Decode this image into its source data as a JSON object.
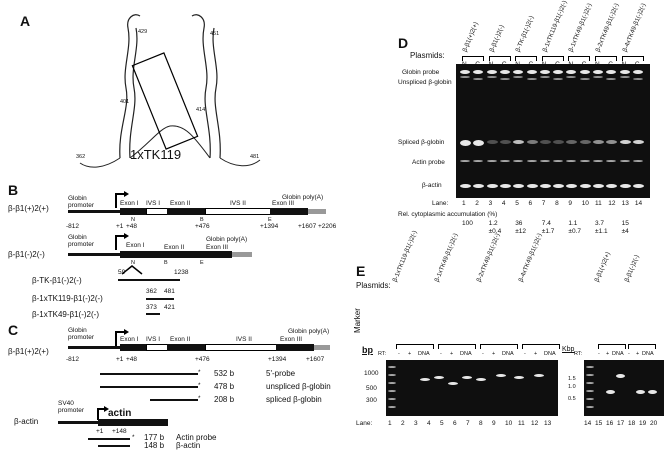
{
  "panels": {
    "A": "A",
    "B": "B",
    "C": "C",
    "D": "D",
    "E": "E"
  },
  "panel_a": {
    "construct_label": "1xTK119",
    "structure_numbers": [
      "362",
      "481",
      "429",
      "451",
      "401",
      "414"
    ]
  },
  "panel_b": {
    "construct1_label": "β-β1(+)2(+)",
    "construct2_label": "β-β1(-)2(-)",
    "globin_promoter": "Globin promoter",
    "exon1": "Exon I",
    "ivs1": "IVS I",
    "exon2": "Exon II",
    "ivs2": "IVS II",
    "exon3": "Exon III",
    "globin_polya": "Globin poly(A)",
    "coords1": [
      "-812",
      "+1",
      "+48",
      "+476",
      "+1394",
      "+1607",
      "+2206"
    ],
    "site_letters": [
      "N",
      "B",
      "E"
    ],
    "subs": [
      {
        "label": "β-TK-β1(-)2(-)",
        "start": "59",
        "end": "1238"
      },
      {
        "label": "β-1xTK119-β1(-)2(-)",
        "start": "362",
        "end": "481"
      },
      {
        "label": "β-1xTK49-β1(-)2(-)",
        "start": "373",
        "end": "421"
      }
    ]
  },
  "panel_c": {
    "construct_label": "β-β1(+)2(+)",
    "globin_promoter": "Globin promoter",
    "exon1": "Exon I",
    "ivs1": "IVS I",
    "exon2": "Exon II",
    "ivs2": "IVS II",
    "exon3": "Exon III",
    "globin_polya": "Globin poly(A)",
    "coords": [
      "-812",
      "+1",
      "+48",
      "+476",
      "+1394",
      "+1607"
    ],
    "probes": [
      {
        "size": "532 b",
        "name": "5'-probe"
      },
      {
        "size": "478 b",
        "name": "unspliced β-globin"
      },
      {
        "size": "208 b",
        "name": "spliced β-globin"
      }
    ],
    "actin_label": "β-actin",
    "sv40_promoter": "SV40 promoter",
    "actin_gene": "actin",
    "actin_coords": [
      "+1",
      "+148"
    ],
    "actin_probes": [
      {
        "size": "177 b",
        "name": "Actin probe"
      },
      {
        "size": "148 b",
        "name": "β-actin"
      }
    ]
  },
  "panel_d": {
    "plasmids_label": "Plasmids:",
    "plasmids": [
      "β-β1(+)2(+)",
      "β-β1(-)2(-)",
      "β-TK-β1(-)2(-)",
      "β-1xTK119-β1(-)2(-)",
      "β-1xTK49-β1(-)2(-)",
      "β-2xTK49-β1(-)2(-)",
      "β-4xTK49-β1(-)2(-)"
    ],
    "nc_labels": [
      "N",
      "C",
      "N",
      "C",
      "N",
      "C",
      "N",
      "C",
      "N",
      "C",
      "N",
      "C",
      "N",
      "C"
    ],
    "row_labels": [
      "Globin probe",
      "Unspliced β-globin",
      "Spliced β-globin",
      "Actin probe",
      "β-actin"
    ],
    "lane_label": "Lane:",
    "lanes": [
      "1",
      "2",
      "3",
      "4",
      "5",
      "6",
      "7",
      "8",
      "9",
      "10",
      "11",
      "12",
      "13",
      "14"
    ],
    "accum_label": "Rel. cytoplasmic accumulation (%)",
    "accum_values": [
      "100",
      "1.2",
      "36",
      "7.4",
      "1.1",
      "3.7",
      "15"
    ],
    "accum_errors": [
      "",
      "±0.4",
      "±12",
      "±1.7",
      "±0.7",
      "±1.1",
      "±4"
    ]
  },
  "panel_e": {
    "plasmids_label": "Plasmids:",
    "plasmids_left": [
      "β-1xTK119-β1(-)2(-)",
      "β-1xTK49-β1(-)2(-)",
      "β-2xTK49-β1(-)2(-)",
      "β-4xTK49-β1(-)2(-)"
    ],
    "plasmids_right": [
      "β-β1(+)2(+)",
      "β-β1(-)2(-)"
    ],
    "marker": "Marker",
    "bp": "bp",
    "kbp": "Kbp",
    "rt_label": "RT:",
    "rt_signs": [
      "-",
      "+",
      "DNA"
    ],
    "bp_ticks": [
      "1000",
      "500",
      "300"
    ],
    "kbp_ticks": [
      "1.5",
      "1.0",
      "0.5"
    ],
    "lane_label": "Lane:",
    "lanes_left": [
      "1",
      "2",
      "3",
      "4",
      "5",
      "6",
      "7",
      "8",
      "9",
      "10",
      "11",
      "12",
      "13"
    ],
    "lanes_right": [
      "14",
      "15",
      "16",
      "17",
      "18",
      "19",
      "20"
    ]
  }
}
